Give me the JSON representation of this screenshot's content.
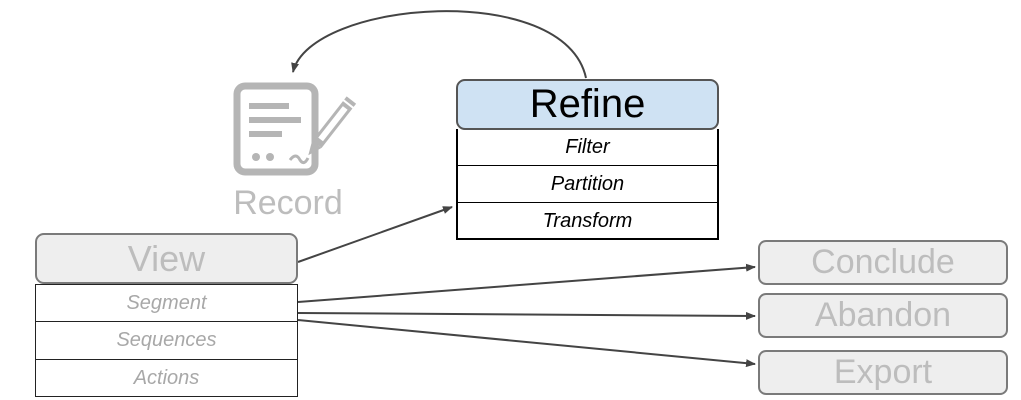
{
  "refine": {
    "title": "Refine",
    "items": [
      "Filter",
      "Partition",
      "Transform"
    ]
  },
  "record": {
    "label": "Record",
    "icon": "document-edit-icon"
  },
  "view": {
    "title": "View",
    "items": [
      "Segment",
      "Sequences",
      "Actions"
    ]
  },
  "outcomes": {
    "conclude": "Conclude",
    "abandon": "Abandon",
    "export": "Export"
  },
  "colors": {
    "active_header": "#cfe2f3",
    "inactive_fill": "#eeeeee",
    "inactive_text": "#bdbdbd",
    "icon_gray": "#b5b5b5",
    "arrow": "#444444"
  }
}
